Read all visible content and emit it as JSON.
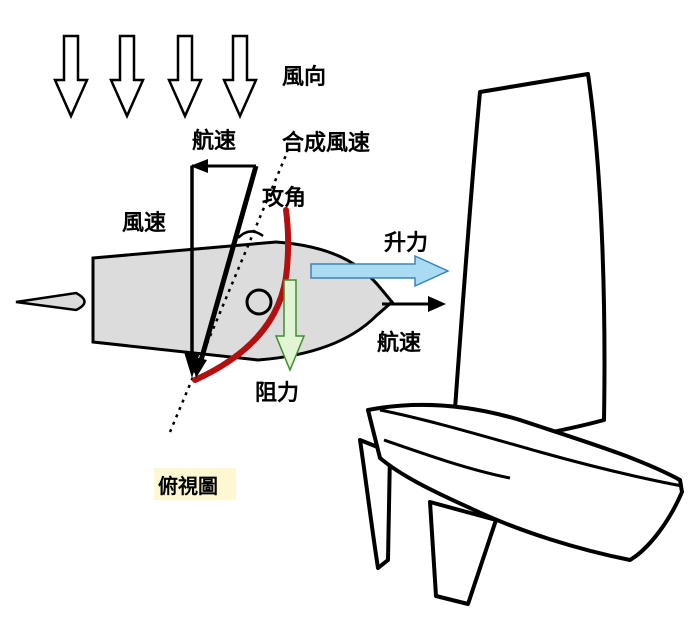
{
  "labels": {
    "wind_direction": "風向",
    "boat_speed_top": "航速",
    "apparent_wind": "合成風速",
    "angle_of_attack": "攻角",
    "wind_speed": "風速",
    "lift": "升力",
    "boat_speed_right": "航速",
    "drag": "阻力",
    "caption": "俯視圖"
  },
  "colors": {
    "sail_curve": "#b30f0f",
    "hull_fill": "#dcdcdc",
    "lift_arrow": "#a9dcf3",
    "lift_arrow_stroke": "#3b83b8",
    "drag_arrow": "#e1f5d4",
    "drag_arrow_stroke": "#3f8f2f",
    "caption_bg": "#fdf7d2"
  },
  "icons": {
    "wind_arrows": "hollow-down-arrow",
    "sailboat": "sailboat-3d-outline"
  }
}
